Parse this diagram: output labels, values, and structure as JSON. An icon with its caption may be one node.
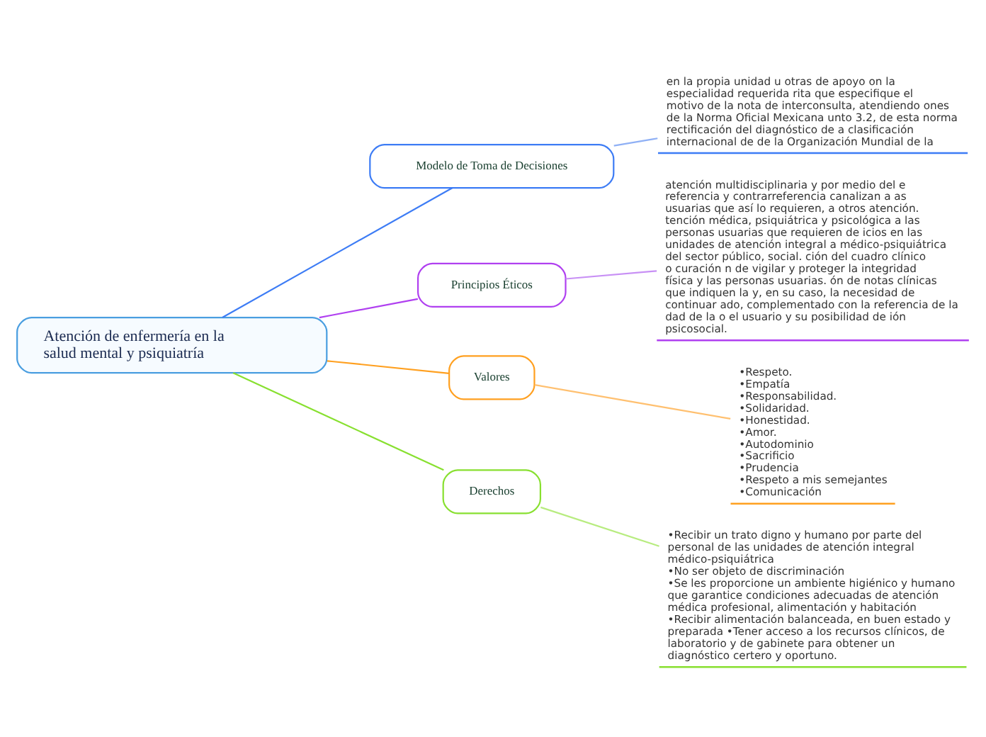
{
  "diagram": {
    "nodes": [
      {
        "text": [
          "Atención de enfermería en la salud mental y psiquiatría"
        ]
      },
      {
        "text": [
          "Modelo de Toma de Decisiones"
        ]
      },
      {
        "text": [
          "en la propia unidad u otras de apoyo on la especialidad requerida rita que especifique el motivo de la nota de interconsulta, atendiendo ones de la Norma Oficial Mexicana unto 3.2, de esta norma rectificación del diagnóstico de a clasificación internacional de de la Organización Mundial de la"
        ]
      },
      {
        "text": [
          "Principios Éticos"
        ]
      },
      {
        "text": [
          "atención multidisciplinaria y por medio del e referencia y contrarreferencia canalizan a as usuarias que así lo requieren, a otros atención. tención médica, psiquiátrica y psicológica a las personas usuarias que requieren de icios en las unidades de atención integral a médico-psiquiátrica del sector público, social. ción del cuadro clínico o curación n de vigilar y proteger la integridad física y las personas usuarias. ón de notas clínicas que indiquen la y, en su caso, la necesidad de continuar ado, complementado con la referencia de la dad de la o el usuario y su posibilidad de ión psicosocial."
        ]
      },
      {
        "text": [
          "Valores"
        ]
      },
      {
        "text": [
          "•Respeto.",
          "•Empatía",
          "•Responsabilidad.",
          "•Solidaridad.",
          "•Honestidad.",
          "•Amor.",
          "•Autodominio",
          "•Sacrificio",
          "•Prudencia",
          "•Respeto a mis semejantes",
          "•Comunicación"
        ]
      },
      {
        "text": [
          "Derechos"
        ]
      },
      {
        "text": [
          "•Recibir un trato digno y humano por parte del personal de las unidades de atención integral médico-psiquiátrica",
          "•No ser objeto de discriminación",
          "•Se les proporcione un ambiente higiénico y humano que garantice condiciones adecuadas de atención médica profesional, alimentación y habitación",
          "•Recibir alimentación balanceada, en buen estado y preparada •Tener acceso a los recursos clínicos, de laboratorio y de gabinete para obtener un diagnóstico certero y oportuno."
        ]
      }
    ],
    "edges": [
      {
        "from": 0,
        "to": 1,
        "arrow": "none",
        "color": "#3d7cf5"
      },
      {
        "from": 1,
        "to": 2,
        "arrow": "none",
        "color": "#8fb0f5"
      },
      {
        "from": 0,
        "to": 3,
        "arrow": "none",
        "color": "#b040f0"
      },
      {
        "from": 3,
        "to": 4,
        "arrow": "none",
        "color": "#c890f5"
      },
      {
        "from": 0,
        "to": 5,
        "arrow": "none",
        "color": "#ffa020"
      },
      {
        "from": 5,
        "to": 6,
        "arrow": "none",
        "color": "#ffc070"
      },
      {
        "from": 0,
        "to": 7,
        "arrow": "none",
        "color": "#88e030"
      },
      {
        "from": 7,
        "to": 8,
        "arrow": "none",
        "color": "#b8ec80"
      }
    ]
  }
}
